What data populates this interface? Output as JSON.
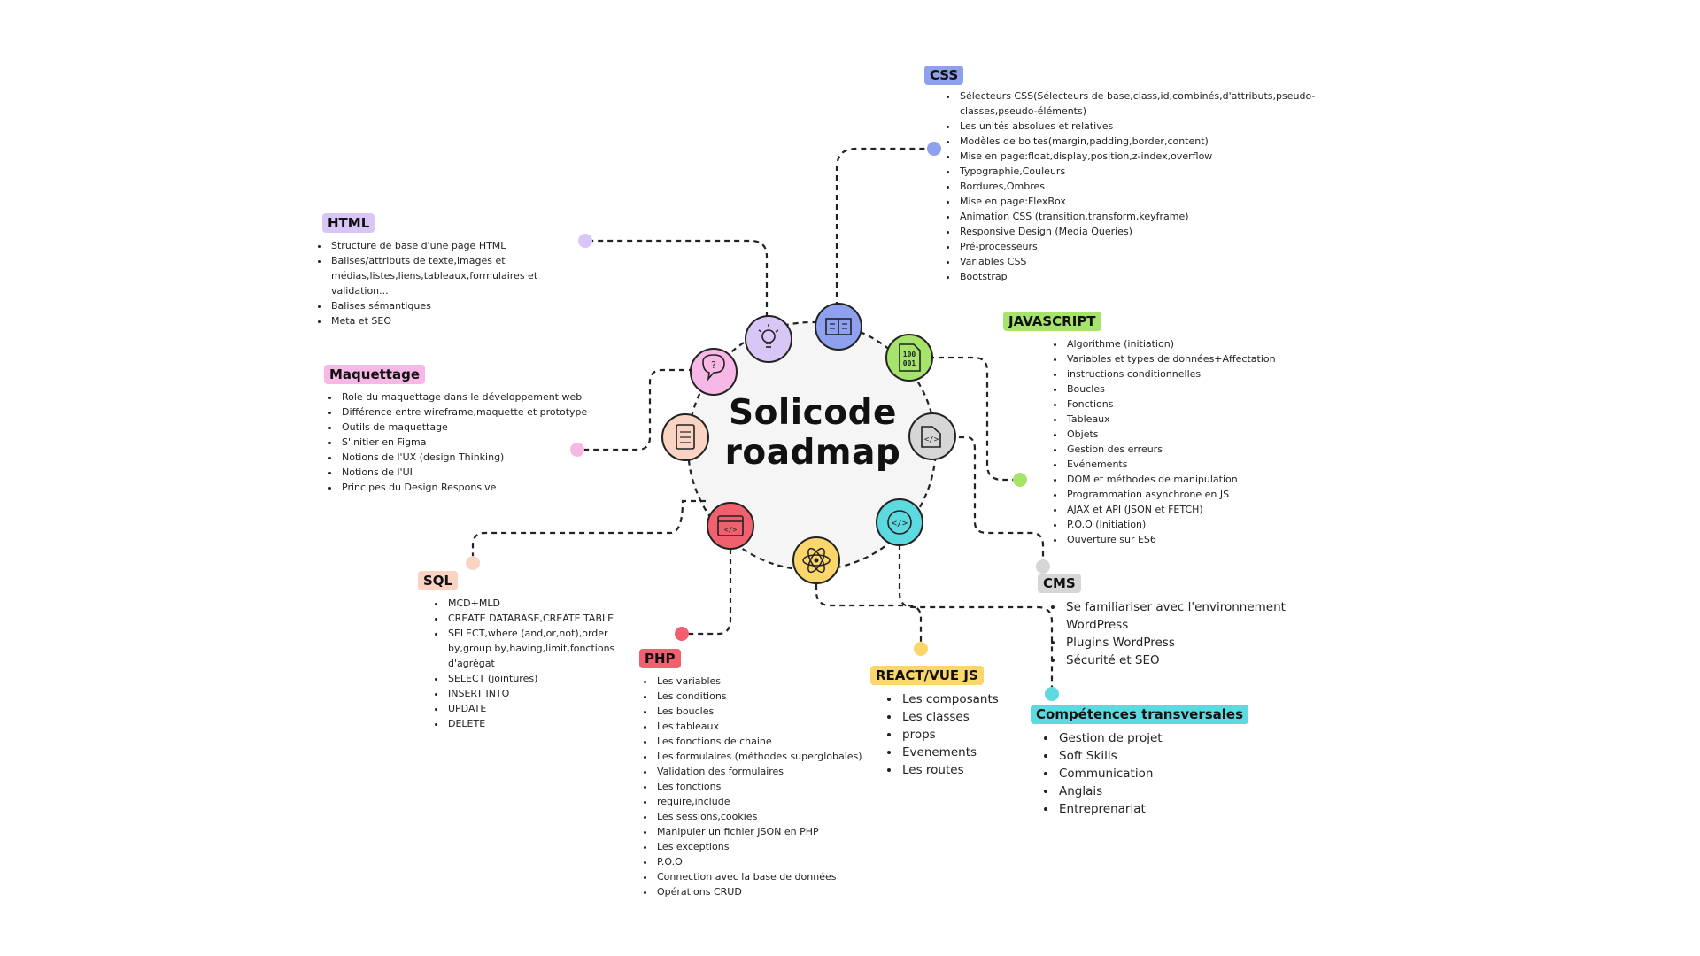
{
  "title_line1": "Solicode",
  "title_line2": "roadmap",
  "colors": {
    "css": "#8ea0ee",
    "html": "#d8c6f7",
    "javascript": "#a5e36a",
    "maquettage": "#f7b8e6",
    "sql": "#fbd3c2",
    "php": "#f0606e",
    "react": "#fbd66a",
    "cms": "#d6d6d6",
    "transversal": "#5dd9e0"
  },
  "sections": {
    "css": {
      "title": "CSS",
      "items": [
        "Sélecteurs CSS(Sélecteurs de base,class,id,combinés,d'attributs,pseudo-classes,pseudo-éléments)",
        "Les unités absolues et relatives",
        "Modèles de boites(margin,padding,border,content)",
        "Mise en page:float,display,position,z-index,overflow",
        "Typographie,Couleurs",
        "Bordures,Ombres",
        "Mise en page:FlexBox",
        "Animation CSS (transition,transform,keyframe)",
        "Responsive Design (Media Queries)",
        "Pré-processeurs",
        "Variables CSS",
        "Bootstrap"
      ]
    },
    "html": {
      "title": "HTML",
      "items": [
        "Structure de base d'une page HTML",
        "Balises/attributs de texte,images et médias,listes,liens,tableaux,formulaires et validation...",
        "Balises sémantiques",
        "Meta et SEO"
      ]
    },
    "javascript": {
      "title": "JAVASCRIPT",
      "items": [
        "Algorithme (initiation)",
        "Variables et types de données+Affectation",
        "instructions conditionnelles",
        "Boucles",
        "Fonctions",
        "Tableaux",
        "Objets",
        "Gestion des erreurs",
        "Evénements",
        "DOM et méthodes de manipulation",
        "Programmation asynchrone en JS",
        "AJAX et API (JSON et FETCH)",
        "P.O.O (Initiation)",
        "Ouverture sur ES6"
      ]
    },
    "maquettage": {
      "title": "Maquettage",
      "items": [
        "Role du maquettage dans le développement web",
        "Différence entre wireframe,maquette et prototype",
        "Outils de maquettage",
        "S'initier en Figma",
        "Notions de l'UX (design Thinking)",
        "Notions de l'UI",
        "Principes du Design Responsive"
      ]
    },
    "sql": {
      "title": "SQL",
      "items": [
        "MCD+MLD",
        "CREATE DATABASE,CREATE TABLE",
        "SELECT,where (and,or,not),order by,group by,having,limit,fonctions d'agrégat",
        "SELECT (jointures)",
        "INSERT INTO",
        "UPDATE",
        "DELETE"
      ]
    },
    "php": {
      "title": "PHP",
      "items": [
        "Les variables",
        "Les conditions",
        "Les boucles",
        "Les tableaux",
        "Les fonctions de chaine",
        "Les formulaires (méthodes superglobales)",
        "Validation des formulaires",
        "Les fonctions",
        "require,include",
        "Les sessions,cookies",
        "Manipuler un fichier JSON en PHP",
        "Les exceptions",
        "P.O.O",
        "Connection avec la base de données",
        "Opérations CRUD"
      ]
    },
    "react": {
      "title": "REACT/VUE JS",
      "items": [
        "Les composants",
        "Les classes",
        "props",
        "Evenements",
        "Les routes"
      ]
    },
    "cms": {
      "title": "CMS",
      "items": [
        "Se familiariser avec l'environnement WordPress",
        "Plugins WordPress",
        "Sécurité et SEO"
      ]
    },
    "transversal": {
      "title": "Compétences transversales",
      "items": [
        "Gestion de projet",
        "Soft Skills",
        "Communication",
        "Anglais",
        "Entreprenariat"
      ]
    }
  },
  "nodes": [
    {
      "name": "maquettage-icon",
      "color": "#f7b8e6"
    },
    {
      "name": "lightbulb-icon",
      "color": "#d8c6f7"
    },
    {
      "name": "book-icon",
      "color": "#8ea0ee"
    },
    {
      "name": "binary-file-icon",
      "color": "#a5e36a"
    },
    {
      "name": "code-folder-icon",
      "color": "#d6d6d6"
    },
    {
      "name": "code-circle-icon",
      "color": "#5dd9e0"
    },
    {
      "name": "react-atom-icon",
      "color": "#fbd66a"
    },
    {
      "name": "code-window-icon",
      "color": "#f0606e"
    },
    {
      "name": "checklist-icon",
      "color": "#fbd3c2"
    }
  ]
}
